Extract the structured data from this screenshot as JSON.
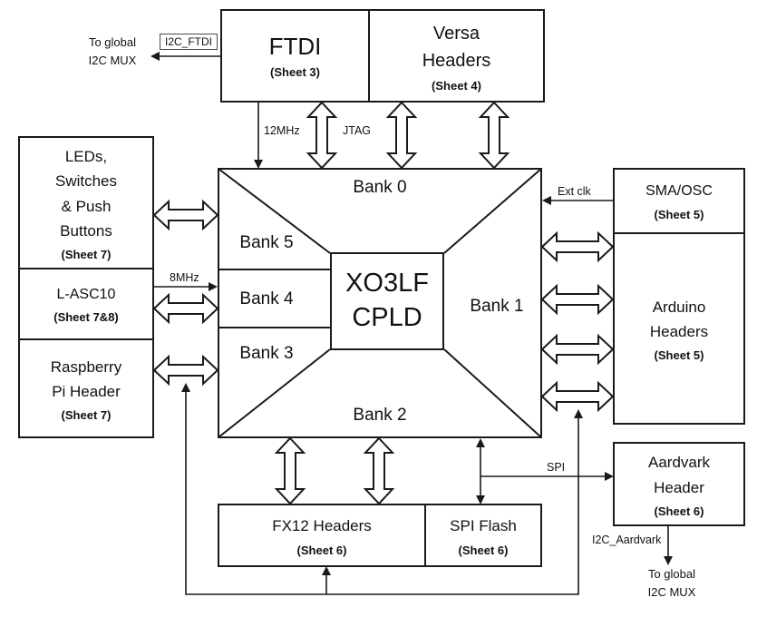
{
  "blocks": {
    "ftdi": {
      "title": "FTDI",
      "sheet": "(Sheet 3)"
    },
    "versa": {
      "title": "Versa\nHeaders",
      "sheet": "(Sheet 4)"
    },
    "leds": {
      "title": "LEDs,\nSwitches\n& Push\nButtons",
      "sheet": "(Sheet 7)"
    },
    "lasc10": {
      "title": "L-ASC10",
      "sheet": "(Sheet 7&8)"
    },
    "rpi": {
      "title": "Raspberry\nPi Header",
      "sheet": "(Sheet 7)"
    },
    "sma": {
      "title": "SMA/OSC",
      "sheet": "(Sheet 5)"
    },
    "arduino": {
      "title": "Arduino\nHeaders",
      "sheet": "(Sheet 5)"
    },
    "aardvark": {
      "title": "Aardvark\nHeader",
      "sheet": "(Sheet 6)"
    },
    "fx12": {
      "title": "FX12 Headers",
      "sheet": "(Sheet 6)"
    },
    "spiflash": {
      "title": "SPI Flash",
      "sheet": "(Sheet 6)"
    }
  },
  "cpld": {
    "core": "XO3LF\nCPLD",
    "bank0": "Bank 0",
    "bank1": "Bank 1",
    "bank2": "Bank 2",
    "bank3": "Bank 3",
    "bank4": "Bank 4",
    "bank5": "Bank 5"
  },
  "signals": {
    "i2c_ftdi": "I2C_FTDI",
    "to_global_top": "To global\nI2C MUX",
    "clk12": "12MHz",
    "jtag": "JTAG",
    "ext_clk": "Ext clk",
    "clk8": "8MHz",
    "spi": "SPI",
    "i2c_aardvark": "I2C_Aardvark",
    "to_global_bottom": "To global\nI2C MUX"
  },
  "colors": {
    "line": "#1a1a1a",
    "background": "#ffffff"
  }
}
